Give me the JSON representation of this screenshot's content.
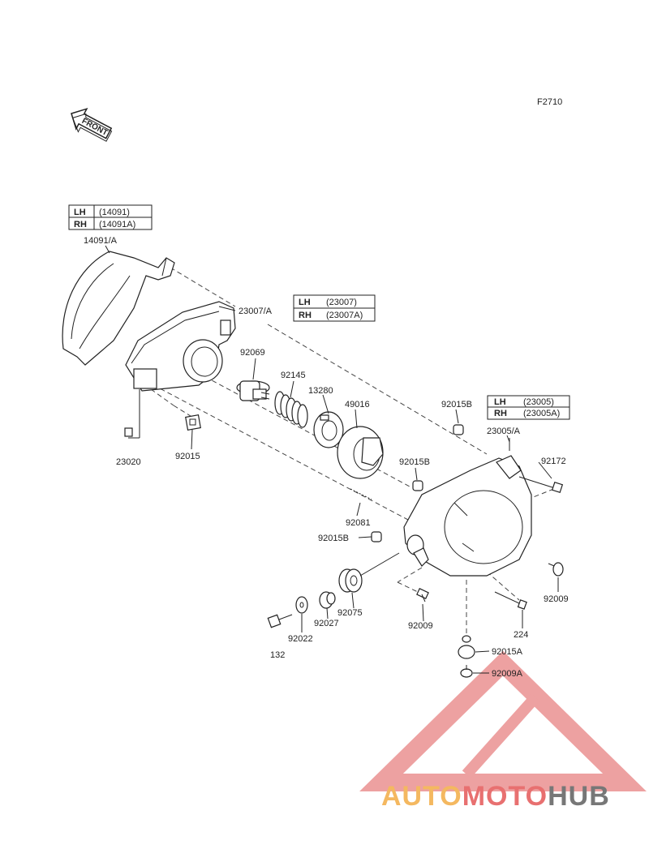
{
  "figure_code": "F2710",
  "front_label": "FRONT",
  "logo": {
    "word1": "AUTO",
    "word2": "MOTO",
    "word3": "HUB",
    "colors": {
      "triangle": "#e98a8a",
      "auto": "#f4b860",
      "moto": "#e87070",
      "hub": "#777777"
    }
  },
  "tables": {
    "t14091": {
      "rows": [
        {
          "side": "LH",
          "part": "(14091)"
        },
        {
          "side": "RH",
          "part": "(14091A)"
        }
      ]
    },
    "t23007": {
      "rows": [
        {
          "side": "LH",
          "part": "(23007)"
        },
        {
          "side": "RH",
          "part": "(23007A)"
        }
      ]
    },
    "t23005": {
      "rows": [
        {
          "side": "LH",
          "part": "(23005)"
        },
        {
          "side": "RH",
          "part": "(23005A)"
        }
      ]
    }
  },
  "parts": {
    "p14091": "14091/A",
    "p23007": "23007/A",
    "p92069": "92069",
    "p92145": "92145",
    "p13280": "13280",
    "p49016": "49016",
    "p92015B_top": "92015B",
    "p23005": "23005/A",
    "p92172": "92172",
    "p92015B_mid": "92015B",
    "p23020": "23020",
    "p92015": "92015",
    "p92081": "92081",
    "p92015B_low": "92015B",
    "p92009_right": "92009",
    "p92075": "92075",
    "p92027": "92027",
    "p92022": "92022",
    "p92009_mid": "92009",
    "p224": "224",
    "p132": "132",
    "p92015A": "92015A",
    "p92009A": "92009A"
  }
}
